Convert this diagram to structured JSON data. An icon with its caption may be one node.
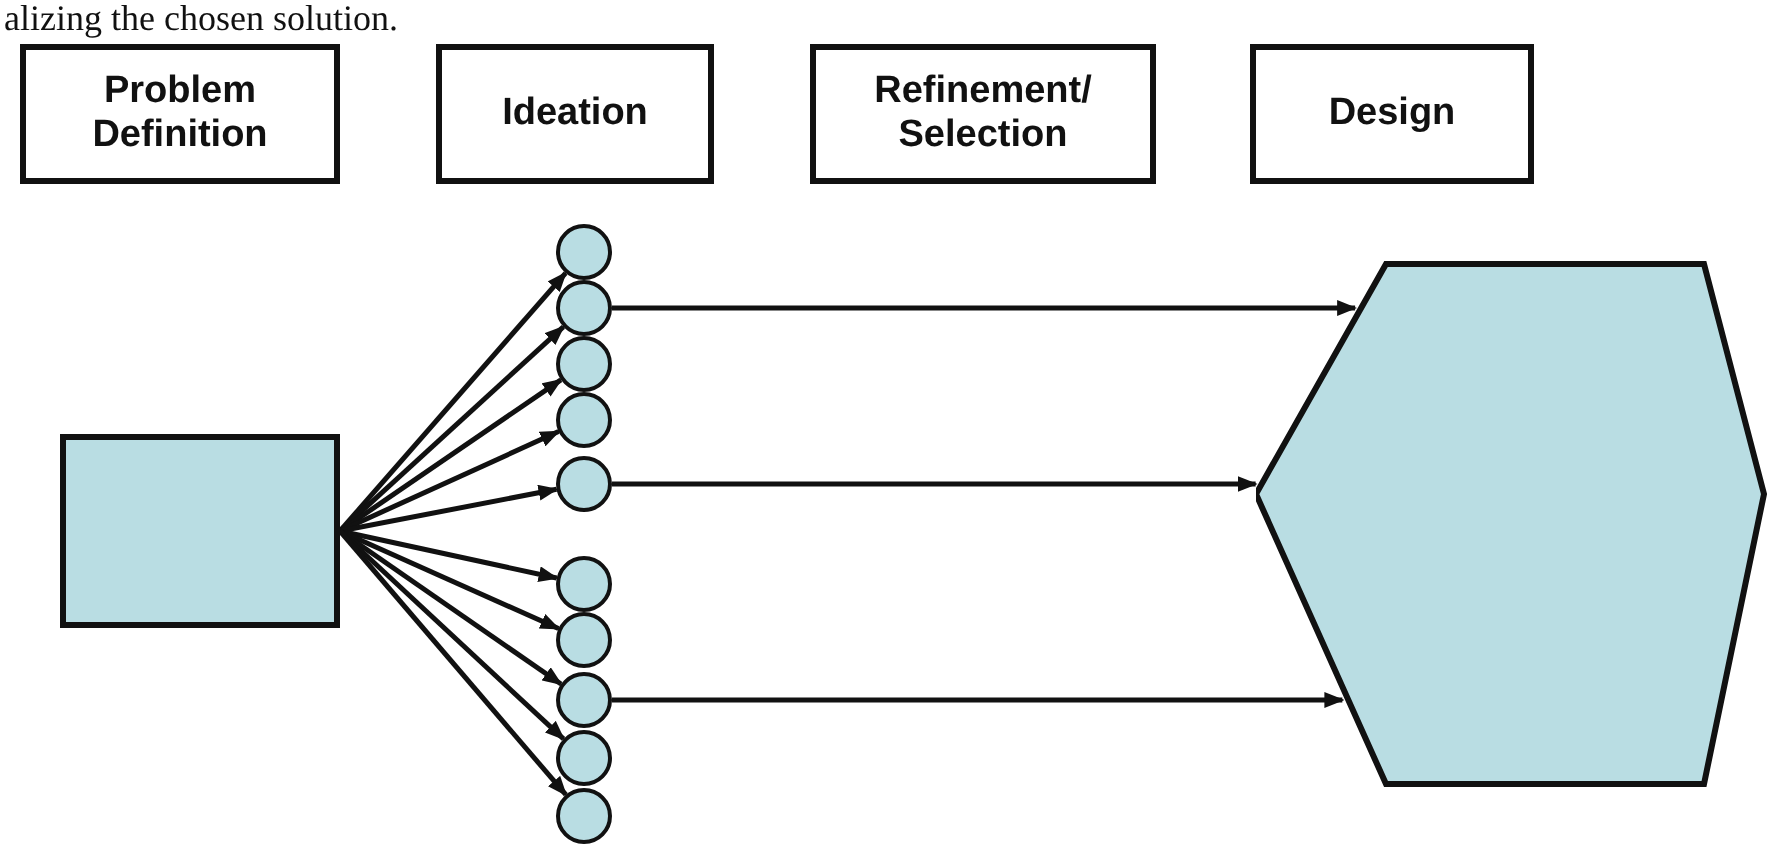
{
  "diagram": {
    "nodes": [
      {
        "text": [
          "Problem Definition"
        ]
      },
      {
        "text": [
          "Ideation"
        ]
      },
      {
        "text": [
          "Refinement/ Selection"
        ]
      },
      {
        "text": [
          "Design"
        ]
      },
      {
        "text": [],
        "shape": "box"
      },
      {
        "text": [],
        "shape": "circle"
      },
      {
        "text": [],
        "shape": "circle"
      },
      {
        "text": [],
        "shape": "circle"
      },
      {
        "text": [],
        "shape": "circle"
      },
      {
        "text": [],
        "shape": "circle"
      },
      {
        "text": [],
        "shape": "circle"
      },
      {
        "text": [],
        "shape": "circle"
      },
      {
        "text": [],
        "shape": "circle"
      },
      {
        "text": [],
        "shape": "circle"
      },
      {
        "text": [],
        "shape": "circle"
      },
      {
        "text": [],
        "shape": "hexagon"
      }
    ],
    "edges": [
      {
        "from": 4,
        "to": 5,
        "arrow": "to"
      },
      {
        "from": 4,
        "to": 6,
        "arrow": "to"
      },
      {
        "from": 4,
        "to": 7,
        "arrow": "to"
      },
      {
        "from": 4,
        "to": 8,
        "arrow": "to"
      },
      {
        "from": 4,
        "to": 9,
        "arrow": "to"
      },
      {
        "from": 4,
        "to": 10,
        "arrow": "to"
      },
      {
        "from": 4,
        "to": 11,
        "arrow": "to"
      },
      {
        "from": 4,
        "to": 12,
        "arrow": "to"
      },
      {
        "from": 4,
        "to": 13,
        "arrow": "to"
      },
      {
        "from": 4,
        "to": 14,
        "arrow": "to"
      },
      {
        "from": 6,
        "to": 15,
        "arrow": "to"
      },
      {
        "from": 9,
        "to": 15,
        "arrow": "to"
      },
      {
        "from": 12,
        "to": 15,
        "arrow": "to"
      }
    ],
    "labels": [
      "alizing the chosen solution."
    ]
  }
}
